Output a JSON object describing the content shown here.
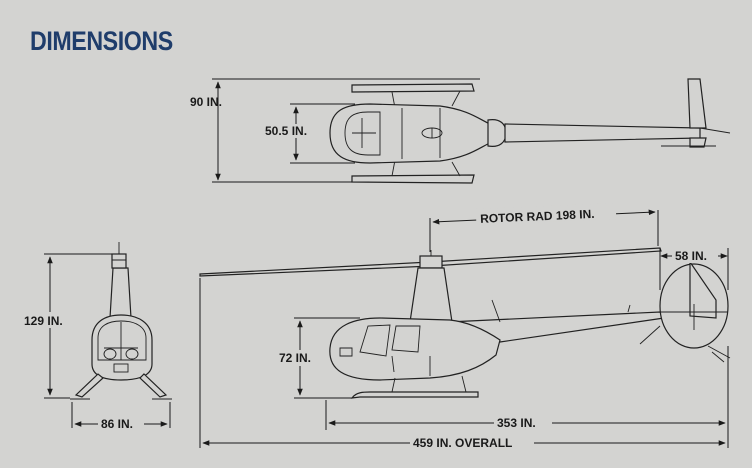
{
  "title": "DIMENSIONS",
  "dimensions": {
    "top_width": "90 IN.",
    "top_cabin_width": "50.5 IN.",
    "rotor_radius": "ROTOR RAD 198 IN.",
    "tail_rotor": "58 IN.",
    "front_height": "129 IN.",
    "front_width": "86 IN.",
    "side_cabin_height": "72 IN.",
    "fuselage_length": "353 IN.",
    "overall_length": "459 IN. OVERALL"
  }
}
